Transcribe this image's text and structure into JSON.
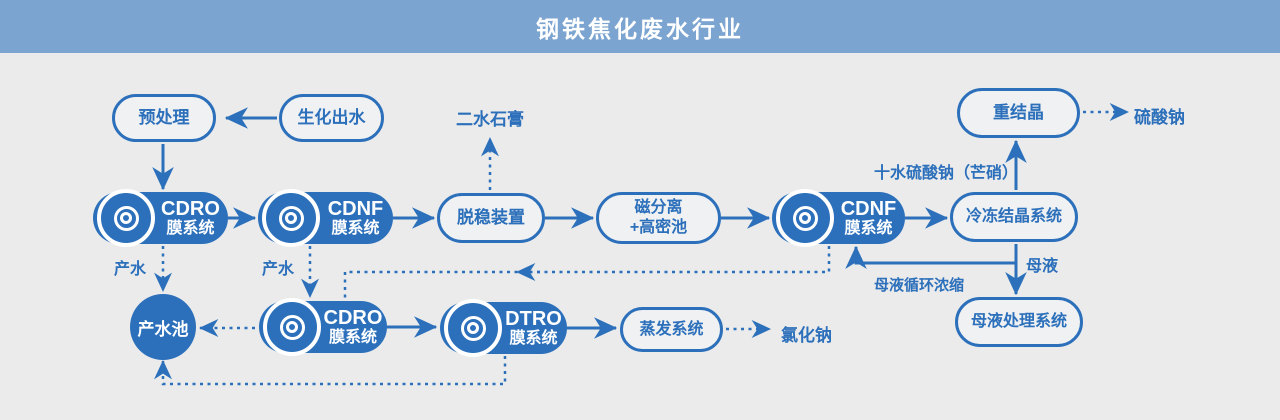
{
  "header": {
    "title": "钢铁焦化废水行业"
  },
  "colors": {
    "primary_blue": "#2C70BB",
    "header_blue": "#7BA4D0",
    "canvas_background": "#EBEBEB",
    "node_text_on_solid": "#FFFFFF"
  },
  "nodes": {
    "bio_effluent": {
      "label": "生化出水"
    },
    "pretreatment": {
      "label": "预处理"
    },
    "cdro1": {
      "line1": "CDRO",
      "line2": "膜系统"
    },
    "cdnf1": {
      "line1": "CDNF",
      "line2": "膜系统"
    },
    "destabilizer": {
      "label": "脱稳装置"
    },
    "magnetic_separation": {
      "line1": "磁分离",
      "line2": "+高密池"
    },
    "cdnf2": {
      "line1": "CDNF",
      "line2": "膜系统"
    },
    "freeze_crystallization": {
      "label": "冷冻结晶系统"
    },
    "recrystallization": {
      "label": "重结晶"
    },
    "mother_liquor_treatment": {
      "label": "母液处理系统"
    },
    "product_water_pool": {
      "label": "产水池"
    },
    "cdro2": {
      "line1": "CDRO",
      "line2": "膜系统"
    },
    "dtro": {
      "line1": "DTRO",
      "line2": "膜系统"
    },
    "evaporation": {
      "label": "蒸发系统"
    }
  },
  "edge_labels": {
    "product_water_left": "产水",
    "product_water_mid": "产水",
    "dihydrate_gypsum": "二水石膏",
    "sodium_sulfate": "硫酸钠",
    "glauber_salt": "十水硫酸钠（芒硝）",
    "mother_liquor": "母液",
    "mother_liquor_recycle": "母液循环浓缩",
    "sodium_chloride": "氯化钠"
  }
}
